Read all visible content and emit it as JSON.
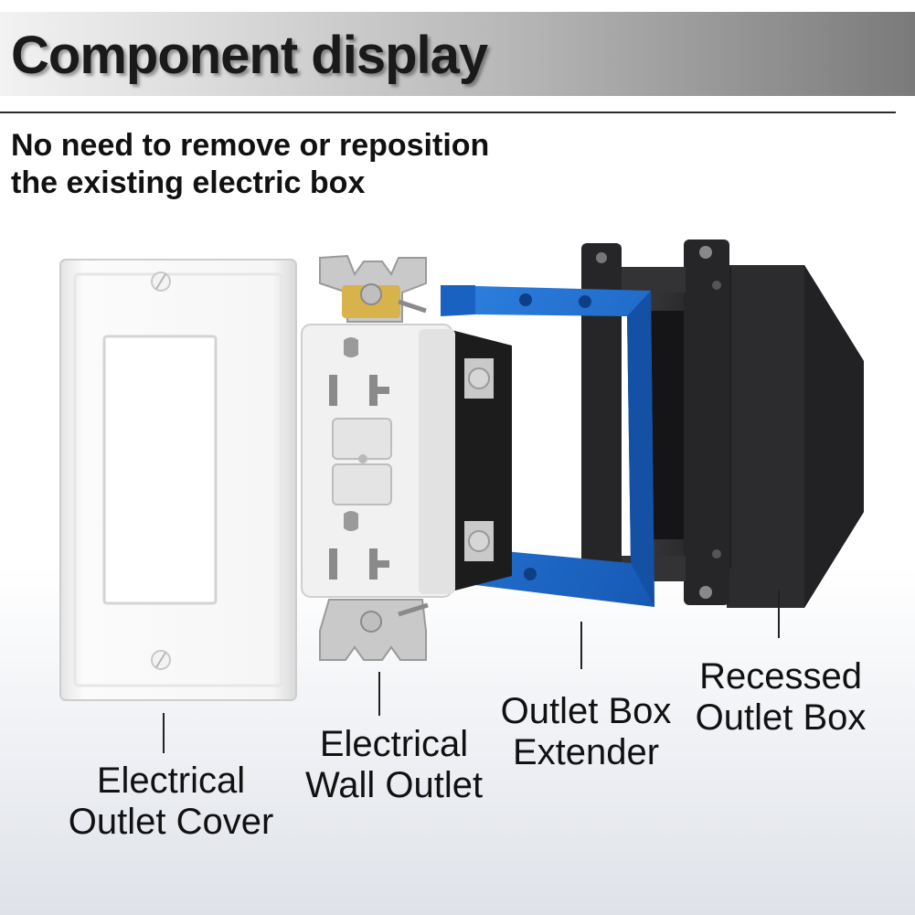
{
  "header": {
    "title": "Component display"
  },
  "subtitle": {
    "line1": "No need to remove or reposition",
    "line2": "the existing electric box"
  },
  "components": [
    {
      "line1": "Electrical",
      "line2": "Outlet Cover",
      "icon": "outlet-cover-plate"
    },
    {
      "line1": "Electrical",
      "line2": "Wall Outlet",
      "icon": "gfci-wall-outlet"
    },
    {
      "line1": "Outlet Box",
      "line2": "Extender",
      "icon": "box-extender-frame"
    },
    {
      "line1": "Recessed",
      "line2": "Outlet Box",
      "icon": "recessed-electrical-box"
    }
  ],
  "colors": {
    "extender_blue": "#1f6fd1",
    "box_black": "#2a2a2c",
    "plate_white": "#f8f8f8",
    "text": "#111111"
  }
}
